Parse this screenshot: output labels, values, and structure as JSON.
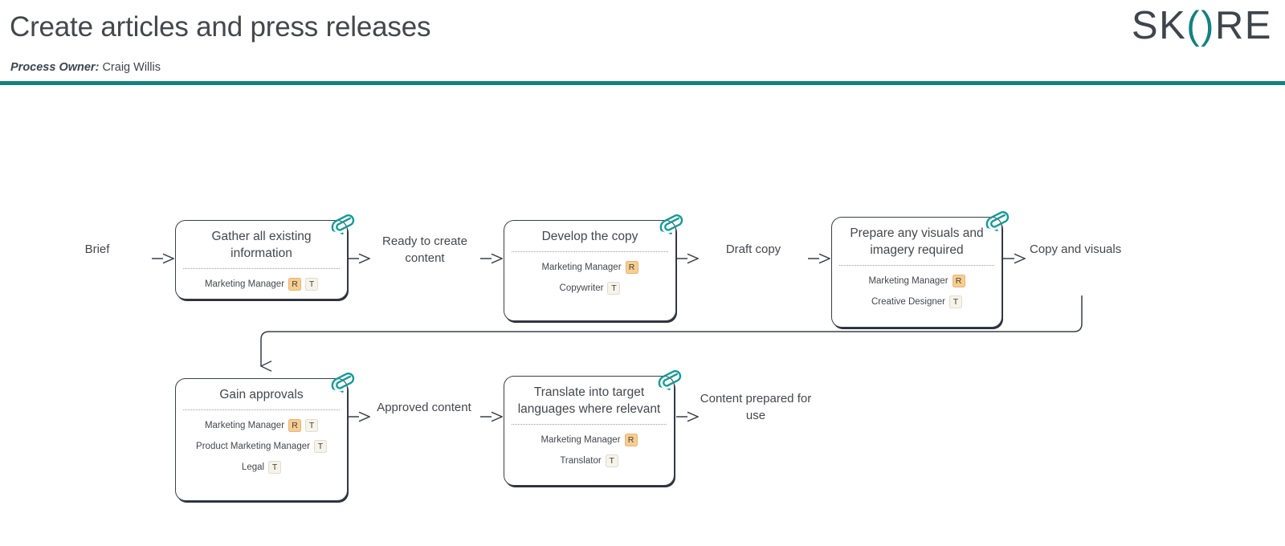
{
  "header": {
    "title": "Create articles and press releases",
    "owner_label": "Process Owner:",
    "owner_name": "Craig Willis",
    "brand": {
      "part1": "SK",
      "paren_open": "(",
      "paren_close": ")",
      "part2": "RE"
    },
    "rule_color": "#14817e"
  },
  "colors": {
    "accent_teal": "#14817e",
    "badge_r": "#f7cd92",
    "badge_t": "#f6f4ea",
    "box_border": "#3a3f4a",
    "text": "#44474c"
  },
  "legend": {
    "badge_r": "R",
    "badge_t": "T"
  },
  "flow": {
    "start_label": "Brief",
    "connectors": [
      {
        "id": "c1",
        "label": "Ready to create content"
      },
      {
        "id": "c2",
        "label": "Draft copy"
      },
      {
        "id": "c3",
        "label": "Copy and visuals"
      },
      {
        "id": "c4",
        "label": "Approved content"
      },
      {
        "id": "c5",
        "label": "Content prepared for use"
      }
    ],
    "nodes": [
      {
        "id": "n1",
        "title": "Gather all existing information",
        "attachment_icon": "paperclip-icon",
        "roles": [
          {
            "name": "Marketing Manager",
            "badges": [
              "R",
              "T"
            ]
          }
        ]
      },
      {
        "id": "n2",
        "title": "Develop the copy",
        "attachment_icon": "paperclip-icon",
        "roles": [
          {
            "name": "Marketing Manager",
            "badges": [
              "R"
            ]
          },
          {
            "name": "Copywriter",
            "badges": [
              "T"
            ]
          }
        ]
      },
      {
        "id": "n3",
        "title": "Prepare any visuals and imagery required",
        "attachment_icon": "paperclip-icon",
        "roles": [
          {
            "name": "Marketing Manager",
            "badges": [
              "R"
            ]
          },
          {
            "name": "Creative Designer",
            "badges": [
              "T"
            ]
          }
        ]
      },
      {
        "id": "n4",
        "title": "Gain approvals",
        "attachment_icon": "paperclip-icon",
        "roles": [
          {
            "name": "Marketing Manager",
            "badges": [
              "R",
              "T"
            ]
          },
          {
            "name": "Product Marketing Manager",
            "badges": [
              "T"
            ]
          },
          {
            "name": "Legal",
            "badges": [
              "T"
            ]
          }
        ]
      },
      {
        "id": "n5",
        "title": "Translate into target languages where relevant",
        "attachment_icon": "paperclip-icon",
        "roles": [
          {
            "name": "Marketing Manager",
            "badges": [
              "R"
            ]
          },
          {
            "name": "Translator",
            "badges": [
              "T"
            ]
          }
        ]
      }
    ]
  }
}
